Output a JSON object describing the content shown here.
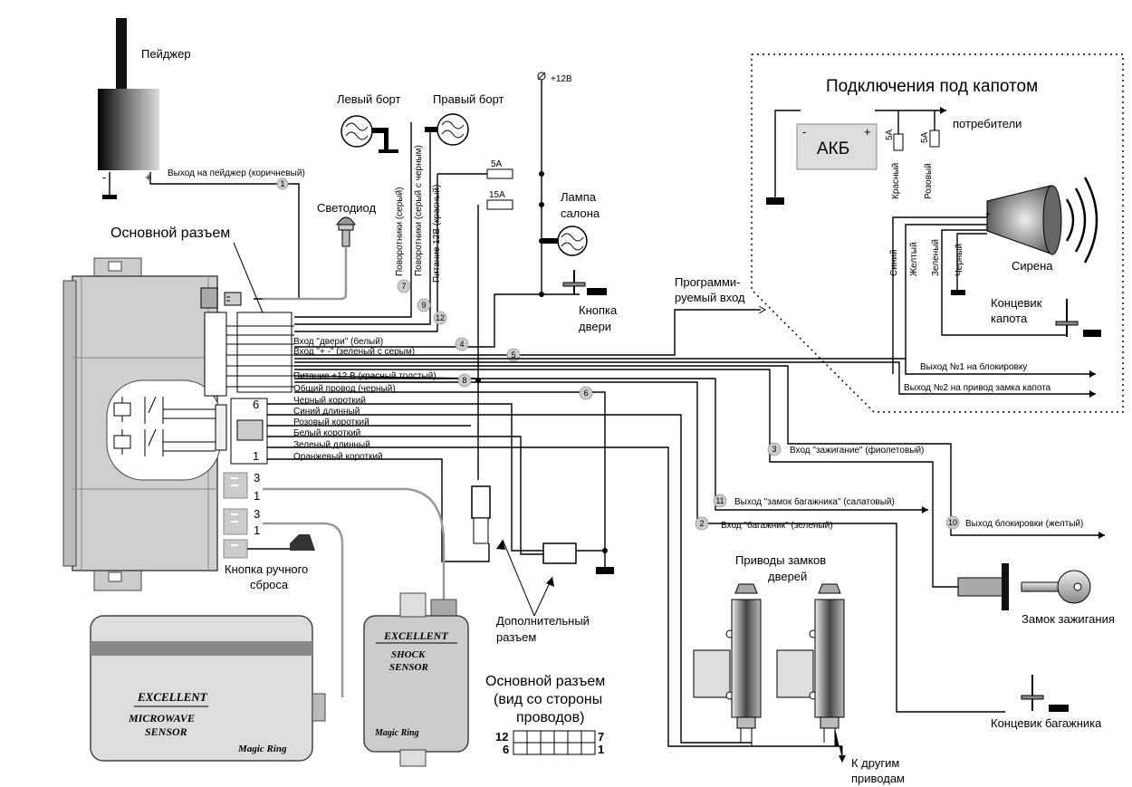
{
  "pager": {
    "title": "Пейджер",
    "minus": "-",
    "plus": "+",
    "wire": "Выход на пейджер (коричневый)",
    "wire_no": "1"
  },
  "led": {
    "title": "Светодиод"
  },
  "main_connector": {
    "title": "Основной разъем"
  },
  "left_side": {
    "title": "Левый борт"
  },
  "right_side": {
    "title": "Правый борт"
  },
  "power_plus": {
    "label": "+12В"
  },
  "fuses": {
    "f1": "5А",
    "f2": "15А"
  },
  "lamp": {
    "title1": "Лампа",
    "title2": "салона"
  },
  "door_button": {
    "title1": "Кнопка",
    "title2": "двери"
  },
  "programmable": {
    "title1": "Программи-",
    "title2": "руемый вход"
  },
  "vertical_labels": {
    "v7": "Поворотники (серый)",
    "v9": "Поворотники (серый с черным)",
    "v12": "Питание 12В (красный)"
  },
  "wire_numbers": {
    "n7": "7",
    "n9": "9",
    "n12": "12",
    "n4": "4",
    "n5": "5",
    "n8": "8",
    "n6": "6",
    "n3": "3",
    "n11": "11",
    "n2": "2",
    "n10": "10"
  },
  "main_wires": [
    "Вход \"двери\" (белый)",
    "Вход \"+ -\" (зеленый с серым)",
    "Питание +12 В (красный толстый)",
    "Общий провод (черный)"
  ],
  "aux_wires": {
    "pin_top": "6",
    "pin_bottom": "1",
    "labels": [
      "Черный короткий",
      "Синий длинный",
      "Розовый короткий",
      "Белый короткий",
      "Зеленый длинный",
      "Оранжевый короткий"
    ]
  },
  "outputs": {
    "ignition": "Вход \"зажигание\" (фиолетовый)",
    "trunk_lock": "Выход \"замок багажника\" (салатовый)",
    "trunk_in": "Вход \"багажник\" (зеленый)",
    "block": "Выход блокировки (желтый)"
  },
  "under_hood": {
    "title": "Подключения под капотом",
    "battery": "АКБ",
    "batt_minus": "-",
    "batt_plus": "+",
    "consumers": "потребители",
    "fuse_a": "5А",
    "fuse_b": "5А",
    "red": "Красный",
    "pink": "Розовый",
    "siren": "Сирена",
    "siren_plus": "+",
    "siren_minus": "-",
    "blue": "Синий",
    "yellow": "Желтый",
    "green": "Зеленый",
    "black": "Черный",
    "hood_switch1": "Концевик",
    "hood_switch2": "капота",
    "out1": "Выход №1 на блокировку",
    "out2": "Выход №2 на привод замка капота"
  },
  "small_connectors": {
    "c1_top": "3",
    "c1_bot": "1",
    "c2_top": "3",
    "c2_bot": "1"
  },
  "reset_button": {
    "title1": "Кнопка ручного",
    "title2": "сброса"
  },
  "extra_connector": {
    "title1": "Дополнительный",
    "title2": "разъем"
  },
  "door_actuators": {
    "title1": "Приводы замков",
    "title2": "дверей"
  },
  "ignition_lock": {
    "title": "Замок зажигания"
  },
  "trunk_switch": {
    "title": "Концевик багажника"
  },
  "other_actuators": {
    "title1": "К другим",
    "title2": "приводам"
  },
  "connector_view": {
    "title1": "Основной разъем",
    "title2": "(вид со стороны",
    "title3": "проводов)",
    "p12": "12",
    "p7": "7",
    "p6": "6",
    "p1": "1"
  },
  "microwave": {
    "brand": "EXCELLENT",
    "line1": "MICROWAVE",
    "line2": "SENSOR",
    "model": "Magic Ring"
  },
  "shock": {
    "brand": "EXCELLENT",
    "line1": "SHOCK",
    "line2": "SENSOR",
    "model": "Magic Ring"
  }
}
